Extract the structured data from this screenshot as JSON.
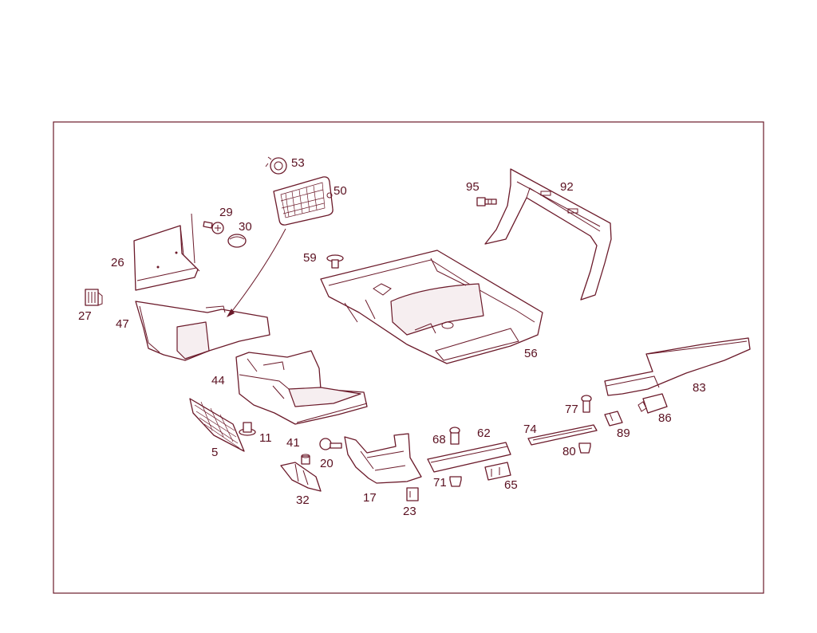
{
  "diagram": {
    "part_labels": {
      "p53": "53",
      "p50": "50",
      "p29": "29",
      "p30": "30",
      "p26": "26",
      "p27": "27",
      "p47": "47",
      "p59": "59",
      "p95": "95",
      "p92": "92",
      "p56": "56",
      "p44": "44",
      "p83": "83",
      "p77": "77",
      "p86": "86",
      "p89": "89",
      "p74": "74",
      "p80": "80",
      "p62": "62",
      "p68": "68",
      "p71": "71",
      "p65": "65",
      "p11": "11",
      "p41": "41",
      "p20": "20",
      "p5": "5",
      "p32": "32",
      "p17": "17",
      "p23": "23"
    },
    "colors": {
      "line": "#6b1a2a",
      "label": "#5a1020",
      "background": "#ffffff"
    }
  }
}
